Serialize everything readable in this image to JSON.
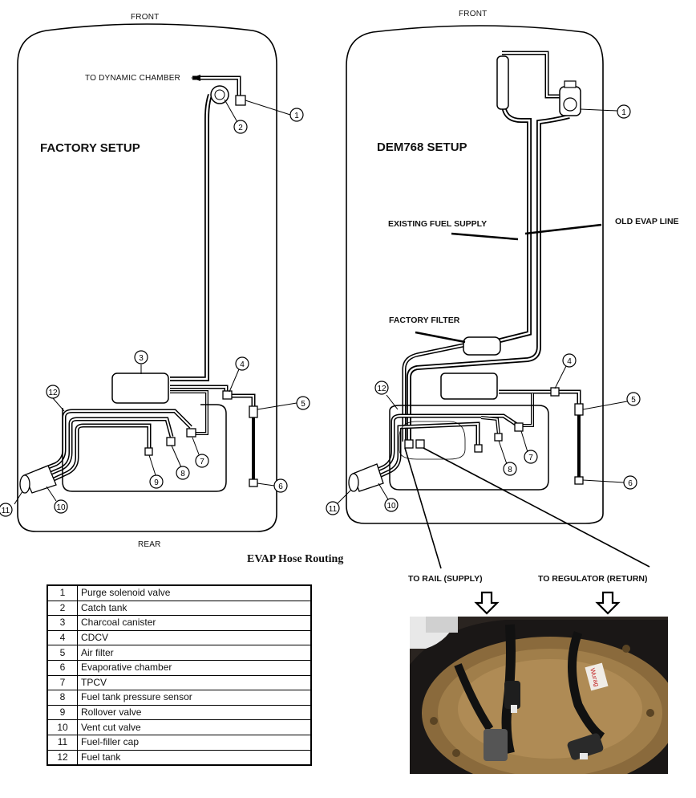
{
  "left_diagram": {
    "front": "FRONT",
    "rear": "REAR",
    "title": "FACTORY SETUP",
    "to_dynamic_chamber": "TO DYNAMIC CHAMBER"
  },
  "right_diagram": {
    "front": "FRONT",
    "title": "DEM768 SETUP",
    "existing_fuel_supply": "EXISTING FUEL SUPPLY",
    "old_evap_line": "OLD EVAP LINE",
    "factory_filter": "FACTORY FILTER",
    "to_rail": "TO RAIL (SUPPLY)",
    "to_regulator": "TO REGULATOR (RETURN)"
  },
  "caption": "EVAP Hose Routing",
  "markers": [
    "1",
    "2",
    "3",
    "4",
    "5",
    "6",
    "7",
    "8",
    "9",
    "10",
    "11",
    "12"
  ],
  "legend": [
    {
      "num": "1",
      "name": "Purge solenoid valve"
    },
    {
      "num": "2",
      "name": "Catch tank"
    },
    {
      "num": "3",
      "name": "Charcoal canister"
    },
    {
      "num": "4",
      "name": "CDCV"
    },
    {
      "num": "5",
      "name": "Air filter"
    },
    {
      "num": "6",
      "name": "Evaporative chamber"
    },
    {
      "num": "7",
      "name": "TPCV"
    },
    {
      "num": "8",
      "name": "Fuel tank pressure sensor"
    },
    {
      "num": "9",
      "name": "Rollover valve"
    },
    {
      "num": "10",
      "name": "Vent cut valve"
    },
    {
      "num": "11",
      "name": "Fuel-filler cap"
    },
    {
      "num": "12",
      "name": "Fuel tank"
    }
  ],
  "photo": {
    "label": "Wurag",
    "description_icon": "fuel-pump-photo"
  }
}
